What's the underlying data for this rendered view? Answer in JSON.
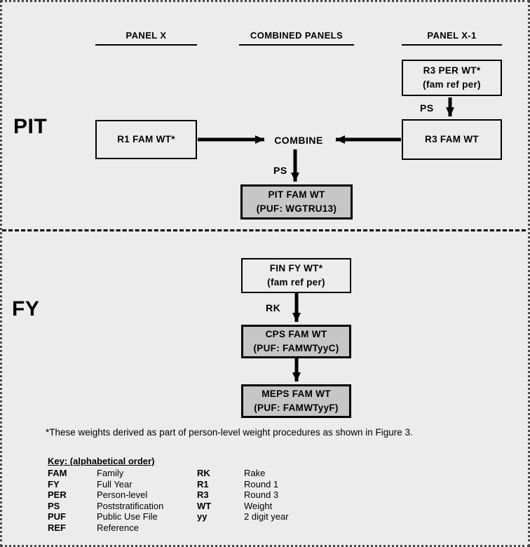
{
  "diagram": {
    "colors": {
      "background": "#ececec",
      "shaded_box": "#c6c6c6",
      "line": "#000000"
    },
    "column_headers": {
      "panel_x": "PANEL X",
      "combined_panels": "COMBINED PANELS",
      "panel_x_minus_1": "PANEL X-1"
    },
    "pit": {
      "label": "PIT",
      "r3_per_wt": {
        "line1": "R3 PER WT*",
        "line2": "(fam ref per)"
      },
      "r3_fam_wt": {
        "line1": "R3 FAM WT"
      },
      "r1_fam_wt": {
        "line1": "R1 FAM WT*"
      },
      "combine": "COMBINE",
      "pit_fam_wt": {
        "line1": "PIT FAM WT",
        "line2": "(PUF: WGTRU13)"
      },
      "ps_label_top": "PS",
      "ps_label_bottom": "PS"
    },
    "fy": {
      "label": "FY",
      "fin_fy_wt": {
        "line1": "FIN FY WT*",
        "line2": "(fam ref per)"
      },
      "cps_fam_wt": {
        "line1": "CPS FAM WT",
        "line2": "(PUF: FAMWTyyC)"
      },
      "meps_fam_wt": {
        "line1": "MEPS FAM WT",
        "line2": "(PUF: FAMWTyyF)"
      },
      "rk_label": "RK"
    },
    "footnote": "*These weights derived as part of person-level weight procedures as shown in Figure 3.",
    "key": {
      "title": "Key: (alphabetical order)",
      "left": [
        {
          "abbr": "FAM",
          "desc": "Family"
        },
        {
          "abbr": "FY",
          "desc": "Full Year"
        },
        {
          "abbr": "PER",
          "desc": "Person-level"
        },
        {
          "abbr": "PS",
          "desc": "Poststratification"
        },
        {
          "abbr": "PUF",
          "desc": "Public Use File"
        },
        {
          "abbr": "REF",
          "desc": "Reference"
        }
      ],
      "right": [
        {
          "abbr": "RK",
          "desc": "Rake"
        },
        {
          "abbr": "R1",
          "desc": "Round 1"
        },
        {
          "abbr": "R3",
          "desc": "Round 3"
        },
        {
          "abbr": "WT",
          "desc": "Weight"
        },
        {
          "abbr": "yy",
          "desc": "2 digit year"
        }
      ]
    }
  }
}
